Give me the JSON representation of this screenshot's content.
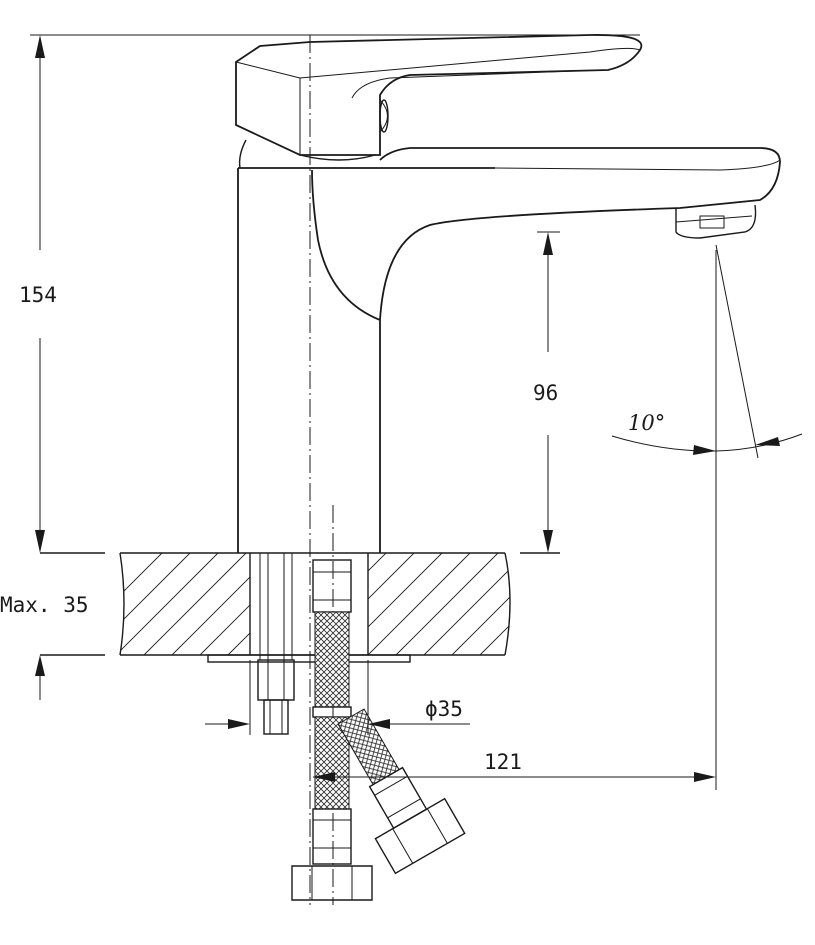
{
  "dimensions": {
    "total_height": "154",
    "spout_height": "96",
    "max_thickness": "Max. 35",
    "hole_diameter": "ϕ35",
    "reach": "121",
    "angle": "10°"
  },
  "colors": {
    "line": "#1a1a1a",
    "background": "#ffffff"
  }
}
